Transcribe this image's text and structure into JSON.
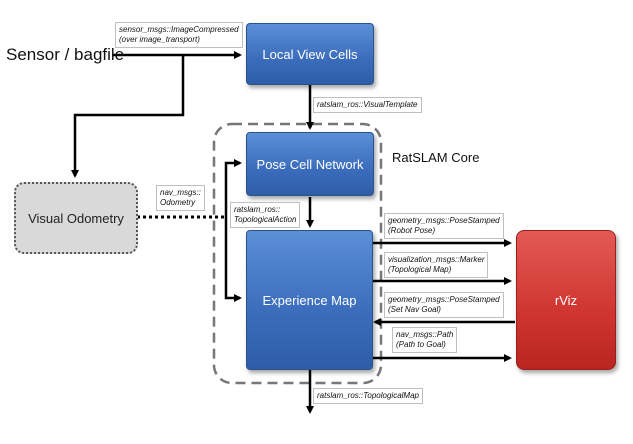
{
  "nodes": {
    "sensor": "Sensor / bagfile",
    "local_view_cells": "Local View Cells",
    "pose_cell_network": "Pose Cell Network",
    "experience_map": "Experience Map",
    "visual_odometry": "Visual Odometry",
    "rviz": "rViz",
    "ratslam_core": "RatSLAM Core"
  },
  "edge_labels": {
    "image_compressed_1": "sensor_msgs::ImageCompressed",
    "image_compressed_2": "(over image_transport)",
    "visual_template": "ratslam_ros::VisualTemplate",
    "odometry_1": "nav_msgs::",
    "odometry_2": "Odometry",
    "topological_action_1": "ratslam_ros::",
    "topological_action_2": "TopologicalAction",
    "pose_stamped_robot_1": "geometry_msgs::PoseStamped",
    "pose_stamped_robot_2": "(Robot Pose)",
    "marker_1": "visualization_msgs::Marker",
    "marker_2": "(Topological Map)",
    "pose_stamped_goal_1": "geometry_msgs::PoseStamped",
    "pose_stamped_goal_2": "(Set Nav Goal)",
    "path_1": "nav_msgs::Path",
    "path_2": "(Path to Goal)",
    "topological_map": "ratslam_ros::TopologicalMap"
  },
  "colors": {
    "node_blue": "#3a6cbb",
    "node_red": "#cf3430",
    "node_gray": "#d9d9d9",
    "arrow": "#000000",
    "core_border": "#777777"
  }
}
